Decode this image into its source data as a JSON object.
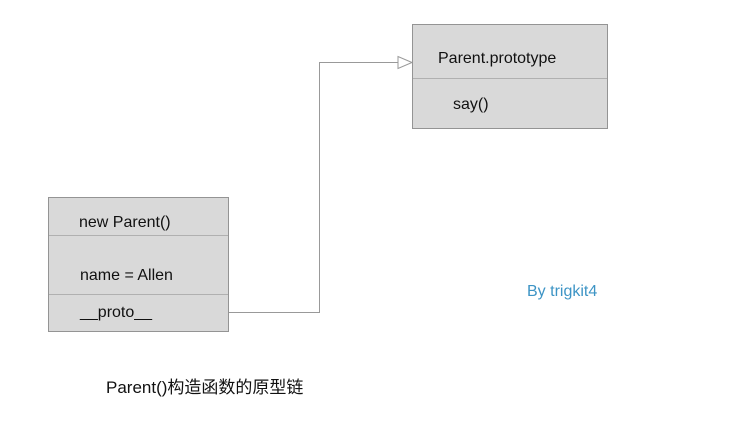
{
  "diagram": {
    "prototype_box": {
      "title": "Parent.prototype",
      "method": "say()"
    },
    "instance_box": {
      "title": "new Parent()",
      "property": "name = Allen",
      "proto_link": "__proto__"
    },
    "caption": "Parent()构造函数的原型链",
    "credit": "By trigkit4",
    "colors": {
      "box_fill": "#d9d9d9",
      "box_border": "#949494",
      "divider": "#b0b0b0",
      "arrow": "#999999",
      "credit_text": "#3d94c5",
      "text": "#111111",
      "background": "#ffffff"
    }
  }
}
